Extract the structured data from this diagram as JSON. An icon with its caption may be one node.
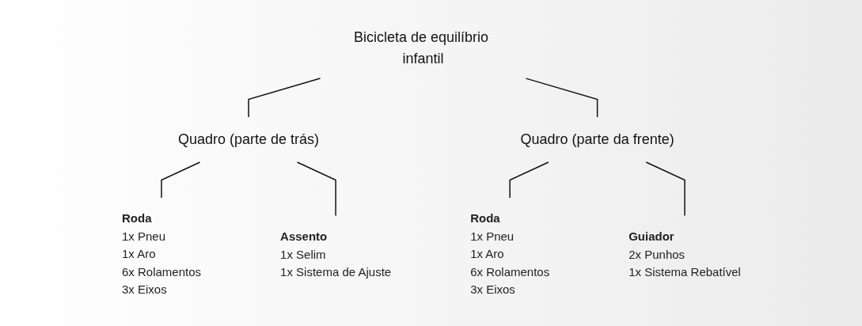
{
  "diagram": {
    "nodes": [
      {
        "text": [
          "Bicicleta de equilíbrio infantil"
        ]
      },
      {
        "text": [
          "Quadro (parte de trás)"
        ]
      },
      {
        "text": [
          "Quadro (parte da frente)"
        ]
      },
      {
        "text": [
          "Roda",
          "1x Pneu",
          "1x Aro",
          "6x Rolamentos",
          "3x Eixos"
        ]
      },
      {
        "text": [
          "Assento",
          "1x Selim",
          "1x Sistema de Ajuste"
        ]
      },
      {
        "text": [
          "Roda",
          "1x Pneu",
          "1x Aro",
          "6x Rolamentos",
          "3x Eixos"
        ]
      },
      {
        "text": [
          "Guiador",
          "2x Punhos",
          "1x Sistema Rebatível"
        ]
      }
    ],
    "edges": [
      {
        "from": 0,
        "to": 1,
        "arrow": "none"
      },
      {
        "from": 0,
        "to": 2,
        "arrow": "none"
      },
      {
        "from": 1,
        "to": 3,
        "arrow": "none"
      },
      {
        "from": 1,
        "to": 4,
        "arrow": "none"
      },
      {
        "from": 2,
        "to": 5,
        "arrow": "none"
      },
      {
        "from": 2,
        "to": 6,
        "arrow": "none"
      }
    ]
  }
}
